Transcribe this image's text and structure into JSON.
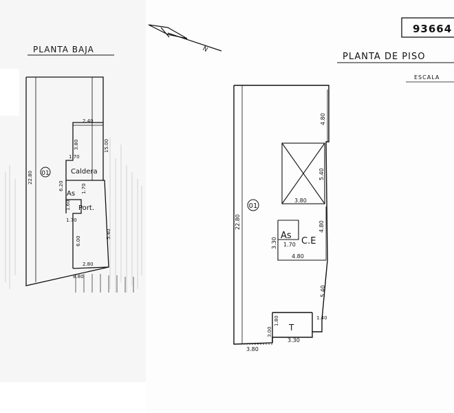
{
  "left_sheet": {
    "title": "PLANTA BAJA",
    "unit_label": "01",
    "rooms": {
      "boiler": "Caldera",
      "toilet": "As",
      "porter": "Port."
    },
    "dims": {
      "total_depth": "22.80",
      "top_width": "2.40",
      "inner_1": "3.80",
      "right_depth": "15.00",
      "inner_2": "1.70",
      "inner_3": "6.20",
      "inner_4": "1.70",
      "inner_5": "1.60",
      "inner_6": "1.70",
      "inner_7": "6.00",
      "right_lower": "5.40",
      "bottom_inner": "2.80",
      "bottom_width": "8.80"
    }
  },
  "right_sheet": {
    "plan_number": "93664",
    "title": "PLANTA DE PISO",
    "scale_label": "ESCALA",
    "north": "N",
    "unit_label": "01",
    "rooms": {
      "toilet": "As",
      "stair": "C.E",
      "terrace": "T"
    },
    "dims": {
      "top_right": "4.80",
      "void_height": "5.40",
      "void_width": "3.80",
      "core_height": "4.80",
      "total_depth": "22.80",
      "toilet_height": "3.30",
      "toilet_width": "1.70",
      "core_width": "4.80",
      "lower_right": "5.40",
      "terrace_height_a": "1.80",
      "terrace_height_b": "3.00",
      "terrace_width": "3.30",
      "terrace_offset": "1.40",
      "bottom_width": "3.80"
    }
  }
}
